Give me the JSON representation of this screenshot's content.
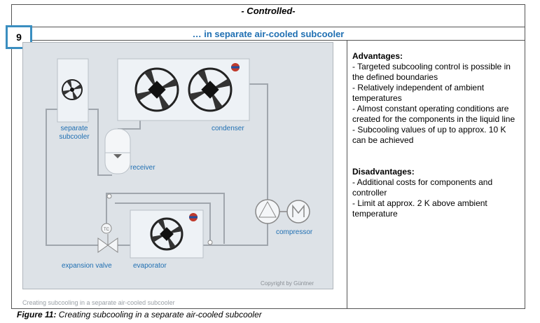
{
  "header": {
    "title": "- Controlled-"
  },
  "section": {
    "number": "9",
    "subtitle": "…  in separate air-cooled subcooler"
  },
  "diagram": {
    "labels": {
      "separate_subcooler_1": "separate",
      "separate_subcooler_2": "subcooler",
      "condenser": "condenser",
      "receiver": "receiver",
      "expansion_valve": "expansion valve",
      "evaporator": "evaporator",
      "compressor": "compressor",
      "tc": "TC"
    },
    "copyright": "Copyright by Güntner",
    "caption": "Creating subcooling in a separate air-cooled subcooler"
  },
  "advantages": {
    "heading": "Advantages:",
    "items": [
      "- Targeted subcooling control is possible in the defined boundaries",
      "- Relatively independent of ambient temperatures",
      "- Almost constant operating conditions are created for the components in the liquid line",
      "- Subcooling values of up to approx. 10 K can be achieved"
    ]
  },
  "disadvantages": {
    "heading": "Disadvantages:",
    "items": [
      "- Additional costs for components and controller",
      "- Limit at approx. 2 K above ambient temperature"
    ]
  },
  "figure": {
    "label": "Figure 11:",
    "text": " Creating subcooling in a separate air-cooled subcooler"
  },
  "colors": {
    "accent": "#1f6fb2",
    "badge_border": "#3a8ec0",
    "diagram_bg": "#dde2e7",
    "pipe": "#a0a6ad"
  }
}
